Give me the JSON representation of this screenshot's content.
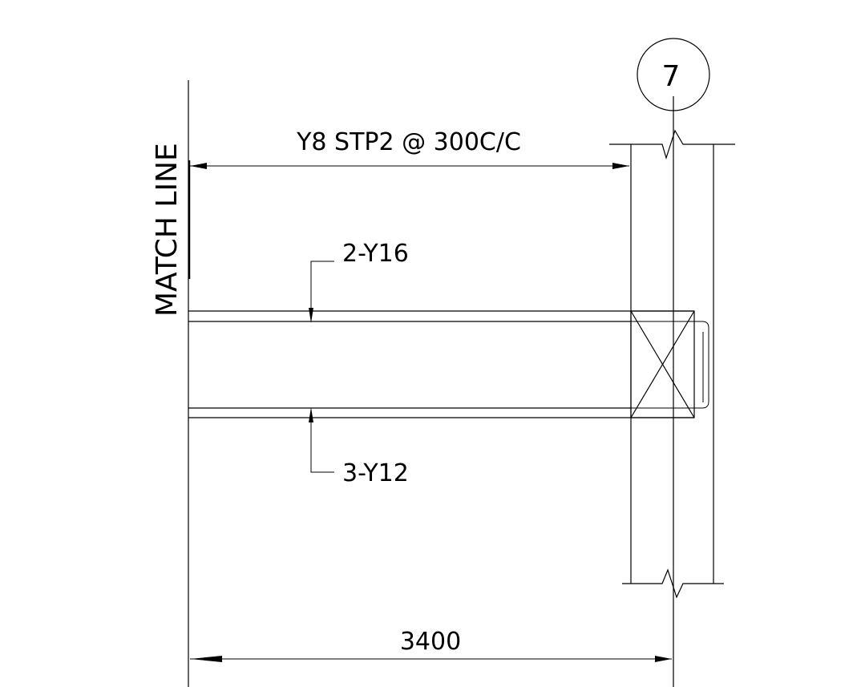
{
  "grid_bubble": {
    "label": "7"
  },
  "match_line": {
    "label": "MATCH LINE"
  },
  "stirrup_note": {
    "label": "Y8 STP2 @ 300C/C"
  },
  "top_bars": {
    "label": "2-Y16"
  },
  "bottom_bars": {
    "label": "3-Y12"
  },
  "span_dimension": {
    "label": "3400"
  }
}
